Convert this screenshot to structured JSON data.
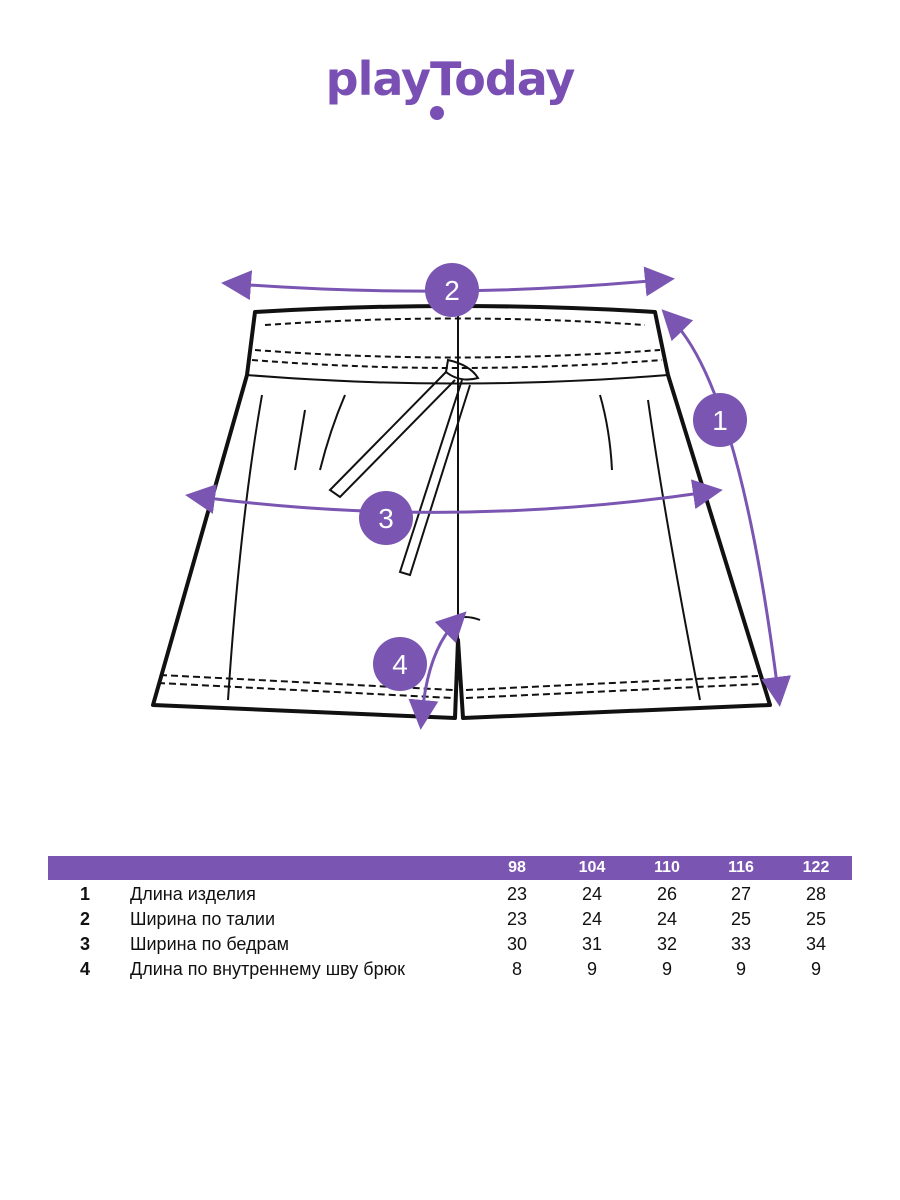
{
  "brand": {
    "logo_text": "playToday",
    "accent_color": "#7a55b2"
  },
  "diagram": {
    "badges": [
      "1",
      "2",
      "3",
      "4"
    ]
  },
  "table": {
    "sizes": [
      "98",
      "104",
      "110",
      "116",
      "122"
    ],
    "rows": [
      {
        "num": "1",
        "name": "Длина изделия",
        "values": [
          "23",
          "24",
          "26",
          "27",
          "28"
        ]
      },
      {
        "num": "2",
        "name": "Ширина по талии",
        "values": [
          "23",
          "24",
          "24",
          "25",
          "25"
        ]
      },
      {
        "num": "3",
        "name": "Ширина по бедрам",
        "values": [
          "30",
          "31",
          "32",
          "33",
          "34"
        ]
      },
      {
        "num": "4",
        "name": "Длина по внутреннему шву брюк",
        "values": [
          "8",
          "9",
          "9",
          "9",
          "9"
        ]
      }
    ]
  }
}
